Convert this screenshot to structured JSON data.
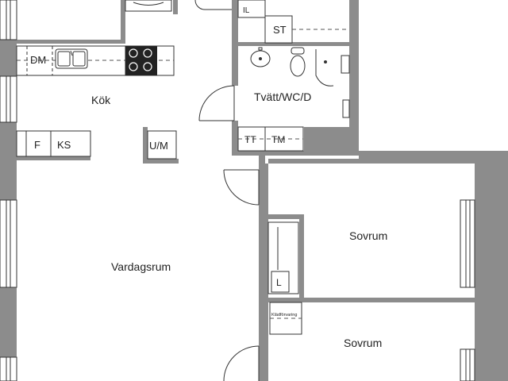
{
  "rooms": {
    "kitchen": "Kök",
    "laundry": "Tvätt/WC/D",
    "living": "Vardagsrum",
    "bedroom1": "Sovrum",
    "bedroom2": "Sovrum"
  },
  "fixtures": {
    "il": "IL",
    "st": "ST",
    "dm": "DM",
    "f": "F",
    "ks": "KS",
    "um": "U/M",
    "tt": "TT",
    "tm": "TM",
    "l": "L",
    "storage": "Klädförvaring"
  },
  "colors": {
    "wall": "#8c8c8c",
    "line": "#333333",
    "background": "#ffffff"
  }
}
